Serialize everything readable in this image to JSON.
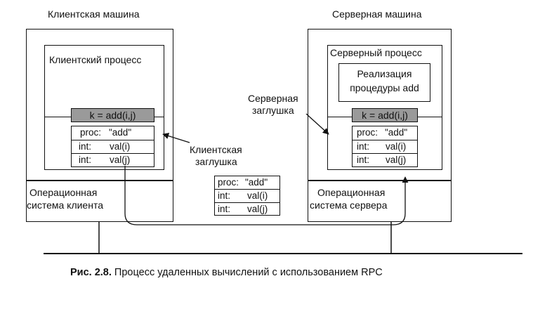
{
  "client": {
    "machine_title": "Клиентская машина",
    "process_title": "Клиентский процесс",
    "call": "k = add(i,j)",
    "os_label_line1": "Операционная",
    "os_label_line2": "система клиента"
  },
  "server": {
    "machine_title": "Серверная машина",
    "process_title": "Серверный процесс",
    "impl_line1": "Реализация",
    "impl_line2": "процедуры add",
    "call": "k = add(i,j)",
    "os_label_line1": "Операционная",
    "os_label_line2": "система сервера"
  },
  "message": {
    "proc_label": "proc:",
    "proc_value": "\"add\"",
    "row2_type": "int:",
    "row2_value": "val(i)",
    "row3_type": "int:",
    "row3_value": "val(j)"
  },
  "labels": {
    "client_stub_line1": "Клиентская",
    "client_stub_line2": "заглушка",
    "server_stub_line1": "Серверная",
    "server_stub_line2": "заглушка"
  },
  "caption": {
    "prefix": "Рис. 2.8.",
    "text": " Процесс удаленных вычислений с использованием RPC"
  }
}
